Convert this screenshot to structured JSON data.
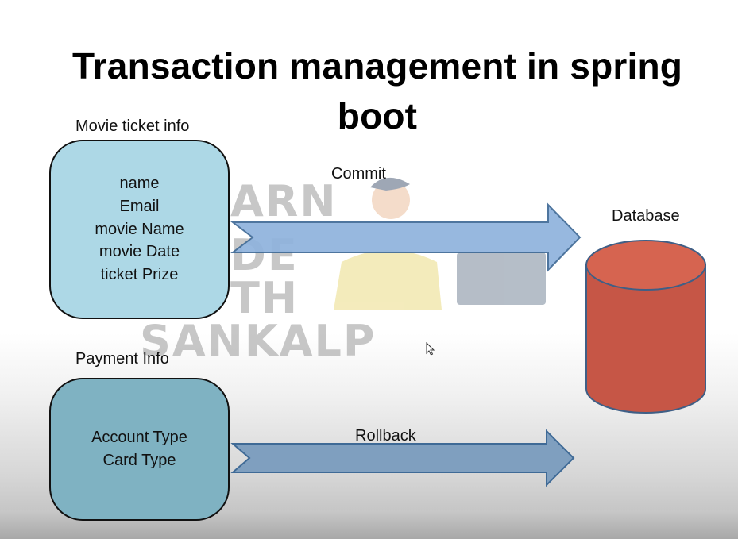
{
  "slide": {
    "title": "Transaction management in spring boot",
    "movie_label": "Movie ticket info",
    "movie_fields": [
      "name",
      "Email",
      "movie Name",
      "movie Date",
      "ticket Prize"
    ],
    "payment_label": "Payment Info",
    "payment_fields": [
      "Account Type",
      "Card Type"
    ],
    "commit_label": "Commit",
    "rollback_label": "Rollback",
    "database_label": "Database"
  },
  "watermark": {
    "lines": [
      "ARN",
      "DE",
      "TH",
      "SANKALP"
    ]
  },
  "colors": {
    "movie_box": "#add8e6",
    "payment_box": "#7fb2c2",
    "commit_arrow": "#8fb3dd",
    "rollback_arrow": "#7f9fbf",
    "database": "#c65646",
    "database_top": "#d96b56"
  }
}
